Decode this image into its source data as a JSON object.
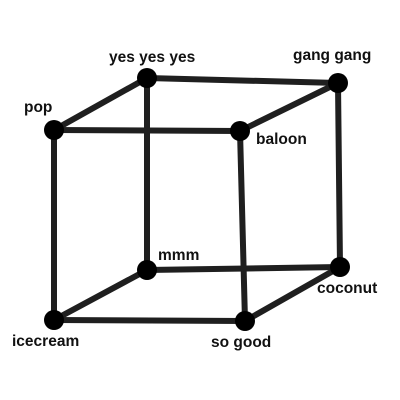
{
  "diagram": {
    "nodes": [
      {
        "id": "pop",
        "label": "pop"
      },
      {
        "id": "yes-yes-yes",
        "label": "yes yes yes"
      },
      {
        "id": "gang-gang",
        "label": "gang gang"
      },
      {
        "id": "baloon",
        "label": "baloon"
      },
      {
        "id": "mmm",
        "label": "mmm"
      },
      {
        "id": "coconut",
        "label": "coconut"
      },
      {
        "id": "icecream",
        "label": "icecream"
      },
      {
        "id": "so-good",
        "label": "so good"
      }
    ],
    "edges": [
      [
        "pop",
        "yes-yes-yes"
      ],
      [
        "yes-yes-yes",
        "gang-gang"
      ],
      [
        "gang-gang",
        "baloon"
      ],
      [
        "baloon",
        "pop"
      ],
      [
        "icecream",
        "mmm"
      ],
      [
        "mmm",
        "coconut"
      ],
      [
        "coconut",
        "so-good"
      ],
      [
        "so-good",
        "icecream"
      ],
      [
        "pop",
        "icecream"
      ],
      [
        "yes-yes-yes",
        "mmm"
      ],
      [
        "gang-gang",
        "coconut"
      ],
      [
        "baloon",
        "so-good"
      ]
    ]
  }
}
